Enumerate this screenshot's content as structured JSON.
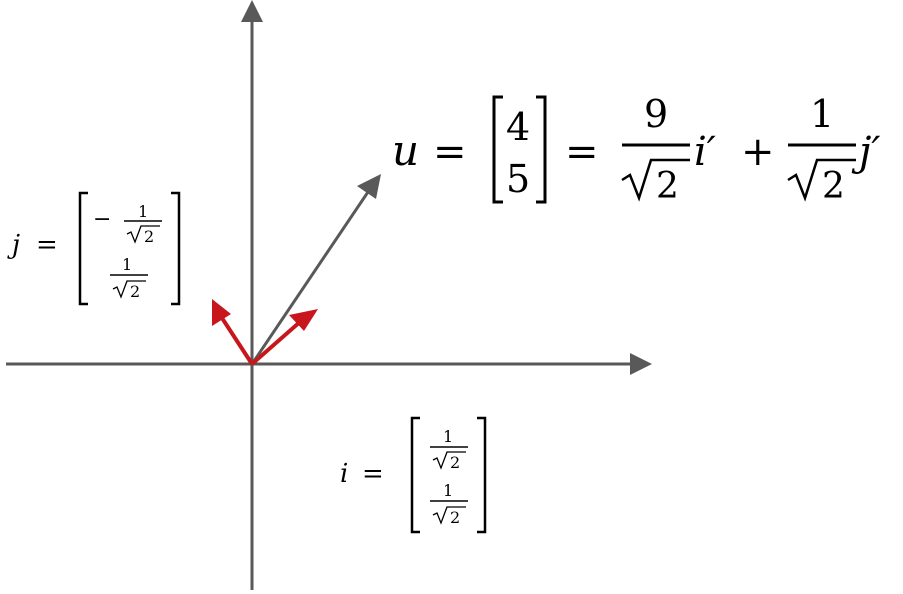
{
  "colors": {
    "axis": "#595959",
    "vector_u": "#595959",
    "basis_vectors": "#c8161d",
    "text": "#000000"
  },
  "equation_u": {
    "lhs": "u",
    "equals_1": "=",
    "vector_top": "4",
    "vector_bottom": "5",
    "equals_2": "=",
    "coef1_num": "9",
    "coef1_den": "2",
    "basis1": "i′",
    "plus": "+",
    "coef2_num": "1",
    "coef2_den": "2",
    "basis2": "j′"
  },
  "equation_j": {
    "lhs": "j",
    "equals": "=",
    "top_sign": "−",
    "top_num": "1",
    "top_den": "2",
    "bottom_num": "1",
    "bottom_den": "2"
  },
  "equation_i": {
    "lhs": "i",
    "equals": "=",
    "top_num": "1",
    "top_den": "2",
    "bottom_num": "1",
    "bottom_den": "2"
  }
}
